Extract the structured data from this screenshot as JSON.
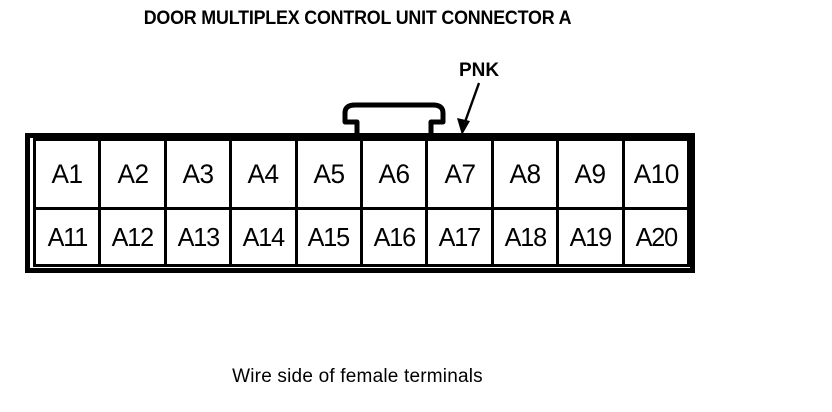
{
  "diagram": {
    "title": "DOOR MULTIPLEX CONTROL UNIT CONNECTOR A",
    "caption": "Wire side of female terminals",
    "callout": {
      "label": "PNK",
      "points_to": "A7"
    },
    "connector": {
      "latch_name": "locking-tab",
      "rows": [
        {
          "name": "top-row",
          "cells": [
            "A1",
            "A2",
            "A3",
            "A4",
            "A5",
            "A6",
            "A7",
            "A8",
            "A9",
            "A10"
          ]
        },
        {
          "name": "bottom-row",
          "cells": [
            "A11",
            "A12",
            "A13",
            "A14",
            "A15",
            "A16",
            "A17",
            "A18",
            "A19",
            "A20"
          ]
        }
      ]
    },
    "colors": {
      "line": "#000000",
      "background": "#ffffff"
    }
  }
}
